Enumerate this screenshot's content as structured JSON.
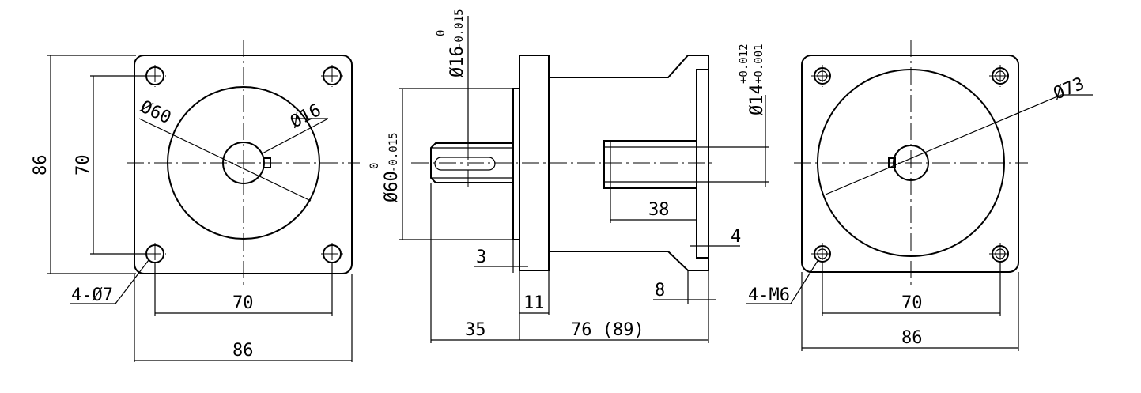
{
  "left_view": {
    "dims": {
      "outer_height": "86",
      "inner_height": "70",
      "flange_diameter": "Ø60",
      "shaft_diameter": "Ø16",
      "holes": "4-Ø7",
      "inner_width": "70",
      "outer_width": "86"
    }
  },
  "side_view": {
    "dims": {
      "output_shaft_dia_base": "Ø16",
      "output_shaft_dia_upper": "0",
      "output_shaft_dia_lower": "-0.015",
      "pilot_dia_base": "Ø60",
      "pilot_dia_upper": "0",
      "pilot_dia_lower": "-0.015",
      "input_bore_dia_base": "Ø14",
      "input_bore_dia_upper": "+0.012",
      "input_bore_dia_lower": "+0.001",
      "pilot_depth": "3",
      "flange_thickness": "11",
      "shaft_length": "35",
      "body_length": "76 (89)",
      "bore_depth": "38",
      "plate_offset": "4",
      "plate_thickness": "8"
    }
  },
  "right_view": {
    "dims": {
      "pcd_diameter": "Ø73",
      "threads": "4-M6",
      "inner_width": "70",
      "outer_width": "86"
    }
  }
}
